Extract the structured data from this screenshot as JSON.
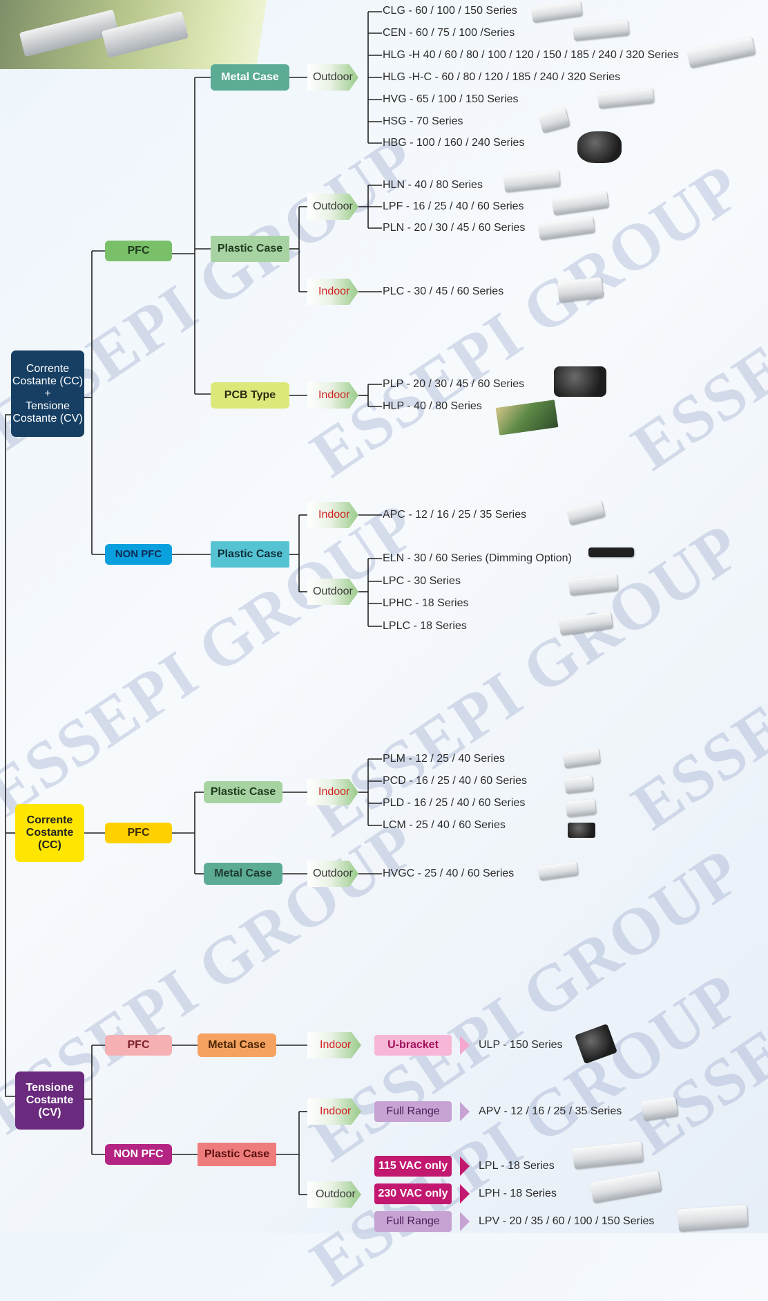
{
  "watermark": "ESSEPI GROUP",
  "roots": {
    "cc_cv": {
      "lines": [
        "Corrente",
        "Costante (CC)",
        "+",
        "Tensione",
        "Costante (CV)"
      ]
    },
    "cc": {
      "lines": [
        "Corrente",
        "Costante",
        "(CC)"
      ]
    },
    "cv": {
      "lines": [
        "Tensione",
        "Costante",
        "(CV)"
      ]
    }
  },
  "labels": {
    "pfc": "PFC",
    "non_pfc": "NON PFC",
    "metal_case": "Metal Case",
    "plastic_case": "Plastic Case",
    "pcb_type": "PCB Type",
    "outdoor": "Outdoor",
    "indoor": "Indoor",
    "u_bracket": "U-bracket",
    "full_range": "Full Range",
    "vac115": "115 VAC only",
    "vac230": "230 VAC only"
  },
  "series": {
    "clg": "CLG - 60 / 100 / 150 Series",
    "cen": "CEN - 60 / 75 / 100 /Series",
    "hlg_h": "HLG -H  40 / 60 / 80 / 100 / 120 / 150 / 185 / 240 / 320 Series",
    "hlg_hc": "HLG -H-C - 60 / 80 / 120 / 185 / 240 / 320 Series",
    "hvg": "HVG - 65 / 100 / 150 Series",
    "hsg": "HSG - 70 Series",
    "hbg": "HBG - 100 / 160 / 240 Series",
    "hln": "HLN - 40 / 80 Series",
    "lpf": "LPF - 16 / 25 / 40 / 60 Series",
    "pln": "PLN - 20 / 30 / 45 / 60 Series",
    "plc": "PLC - 30 / 45 / 60 Series",
    "plp": "PLP - 20 / 30 / 45 / 60 Series",
    "hlp": "HLP - 40 / 80 Series",
    "apc": "APC - 12 / 16 / 25 / 35 Series",
    "eln": "ELN - 30 / 60 Series (Dimming Option)",
    "lpc": "LPC - 30 Series",
    "lphc": "LPHC - 18 Series",
    "lplc": "LPLC - 18 Series",
    "plm": "PLM - 12 / 25 / 40 Series",
    "pcd": "PCD - 16 / 25 / 40 / 60 Series",
    "pld": "PLD - 16 / 25 / 40 / 60 Series",
    "lcm": "LCM - 25 / 40 / 60 Series",
    "hvgc": "HVGC - 25 / 40 / 60 Series",
    "ulp": "ULP - 150 Series",
    "apv": "APV - 12 / 16 / 25 / 35 Series",
    "lpl": "LPL - 18 Series",
    "lph": "LPH - 18 Series",
    "lpv": "LPV - 20 / 35 / 60 / 100 / 150 Series"
  },
  "colors": {
    "cc_cv_root": "#163f63",
    "cc_root": "#ffe600",
    "cv_root": "#6a2a7d",
    "pfc_green": "#7ac069",
    "non_pfc_blue": "#0aa0dd",
    "metal_case_teal": "#5bab95",
    "plastic_case_light": "#a7d3a3",
    "plastic_case_cyan": "#56c3d3",
    "pcb_type_yellow": "#dde87b",
    "pfc_yellow": "#ffd000",
    "pfc_pink": "#f6b0b4",
    "metal_case_orange": "#f5a261",
    "non_pfc_magenta": "#b42482",
    "plastic_case_red": "#ef7c7c",
    "tag_pink": "#f7b6d6",
    "tag_magenta": "#c2186f",
    "tag_lavender": "#c7a3d3",
    "line": "#222222"
  },
  "icons": [
    "led-driver-photo",
    "arrow-tag-shape"
  ]
}
